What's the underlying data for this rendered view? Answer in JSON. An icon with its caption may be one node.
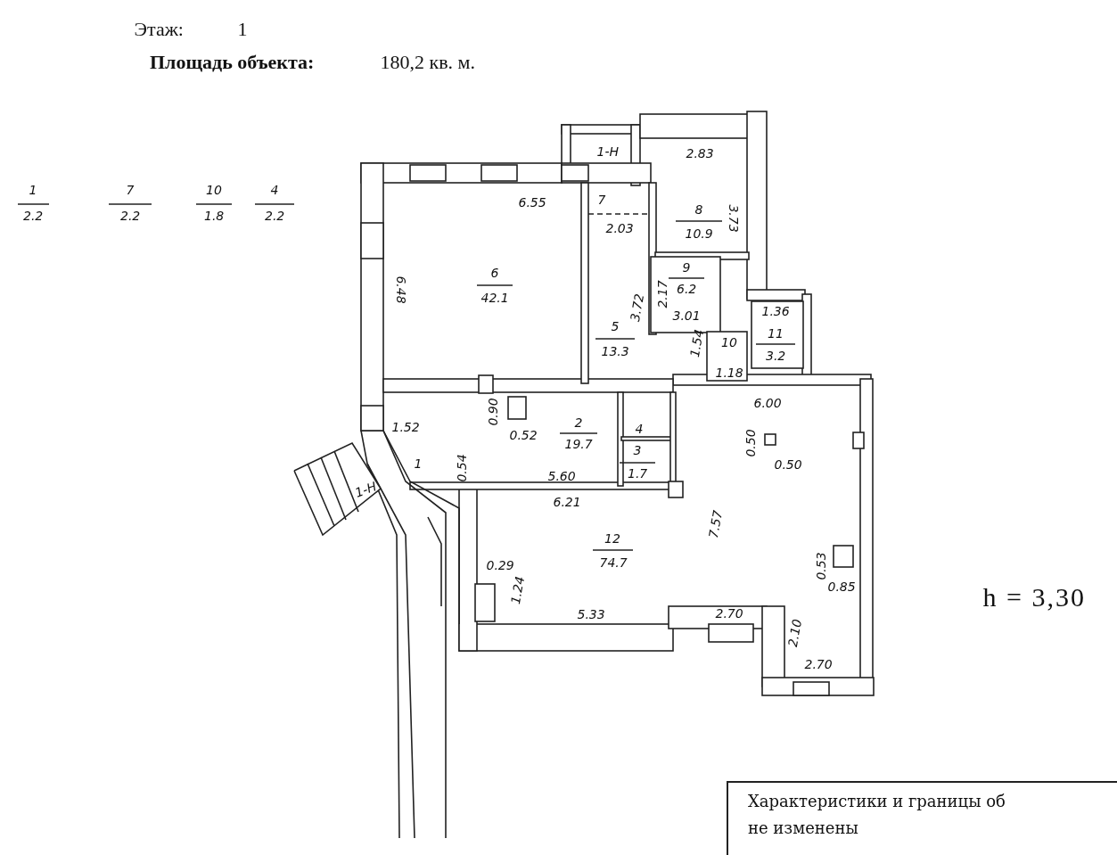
{
  "diagram": {
    "nodes": [
      {
        "text": [
          "Характеристики и границы об",
          "не изменены"
        ]
      }
    ],
    "labels": [
      "Этаж:",
      "1",
      "Площадь объекта:",
      "180,2 кв. м.",
      "1",
      "2.2",
      "7",
      "2.2",
      "10",
      "1.8",
      "4",
      "2.2",
      "1-Н",
      "2.83",
      "6.55",
      "7",
      "8",
      "10.9",
      "3.73",
      "2.03",
      "6.48",
      "6",
      "42.1",
      "2.17",
      "3.72",
      "9",
      "6.2",
      "3.01",
      "1.36",
      "11",
      "3.2",
      "5",
      "13.3",
      "1.54",
      "10",
      "1.18",
      "6.00",
      "0.90",
      "0.52",
      "2",
      "19.7",
      "4",
      "1.52",
      "0.54",
      "1",
      "0.50",
      "0.50",
      "3",
      "1.7",
      "5.60",
      "1-Н",
      "6.21",
      "7.57",
      "12",
      "74.7",
      "0.53",
      "0.29",
      "1.24",
      "0.85",
      "h = 3,30",
      "5.33",
      "2.70",
      "2.10",
      "2.70"
    ]
  }
}
